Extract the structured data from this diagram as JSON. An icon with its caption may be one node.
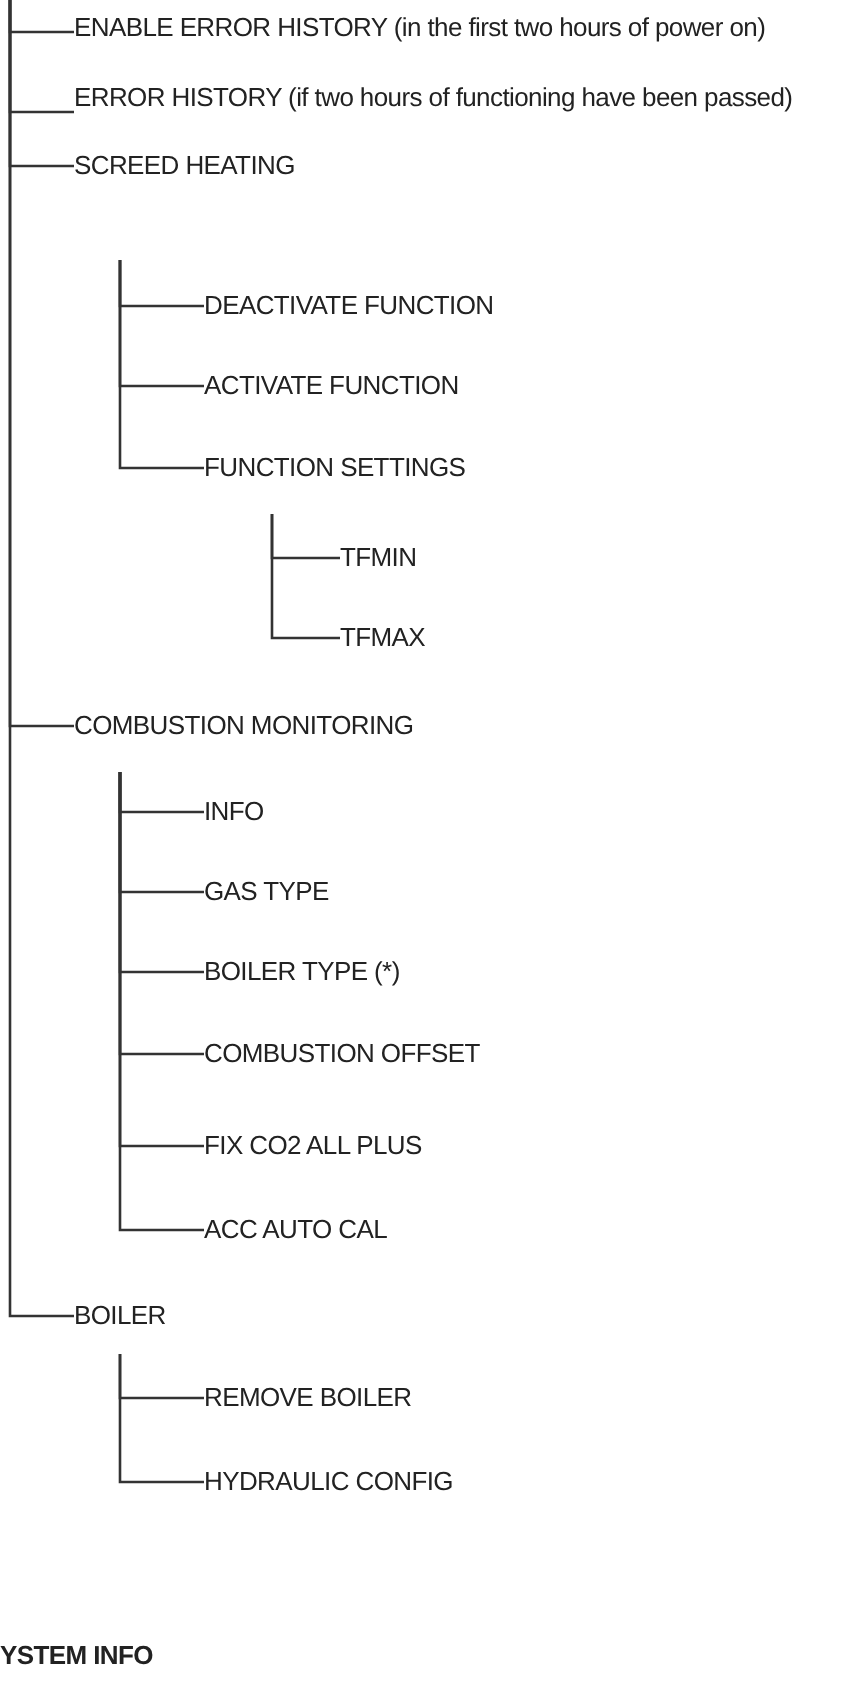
{
  "diagram": {
    "nodes": [
      {
        "text": [
          "ENABLE ERROR HISTORY (in the first two hours of power on)"
        ]
      },
      {
        "text": [
          "ERROR HISTORY (if two hours of functioning have been passed)"
        ]
      },
      {
        "text": [
          "SCREED HEATING"
        ]
      },
      {
        "text": [
          "DEACTIVATE FUNCTION"
        ]
      },
      {
        "text": [
          "ACTIVATE FUNCTION"
        ]
      },
      {
        "text": [
          "FUNCTION SETTINGS"
        ]
      },
      {
        "text": [
          "TFMIN"
        ]
      },
      {
        "text": [
          "TFMAX"
        ]
      },
      {
        "text": [
          "COMBUSTION MONITORING"
        ]
      },
      {
        "text": [
          "INFO"
        ]
      },
      {
        "text": [
          "GAS TYPE"
        ]
      },
      {
        "text": [
          "BOILER TYPE (*)"
        ]
      },
      {
        "text": [
          "COMBUSTION OFFSET"
        ]
      },
      {
        "text": [
          "FIX CO2 ALL PLUS"
        ]
      },
      {
        "text": [
          "ACC AUTO CAL"
        ]
      },
      {
        "text": [
          "BOILER"
        ]
      },
      {
        "text": [
          "REMOVE BOILER"
        ]
      },
      {
        "text": [
          "HYDRAULIC CONFIG"
        ]
      }
    ],
    "edges": [
      {
        "from": null,
        "to": 0,
        "arrow": "none"
      },
      {
        "from": null,
        "to": 1,
        "arrow": "none"
      },
      {
        "from": null,
        "to": 2,
        "arrow": "none"
      },
      {
        "from": 2,
        "to": 3,
        "arrow": "none"
      },
      {
        "from": 2,
        "to": 4,
        "arrow": "none"
      },
      {
        "from": 2,
        "to": 5,
        "arrow": "none"
      },
      {
        "from": 5,
        "to": 6,
        "arrow": "none"
      },
      {
        "from": 5,
        "to": 7,
        "arrow": "none"
      },
      {
        "from": null,
        "to": 8,
        "arrow": "none"
      },
      {
        "from": 8,
        "to": 9,
        "arrow": "none"
      },
      {
        "from": 8,
        "to": 10,
        "arrow": "none"
      },
      {
        "from": 8,
        "to": 11,
        "arrow": "none"
      },
      {
        "from": 8,
        "to": 12,
        "arrow": "none"
      },
      {
        "from": 8,
        "to": 13,
        "arrow": "none"
      },
      {
        "from": 8,
        "to": 14,
        "arrow": "none"
      },
      {
        "from": null,
        "to": 15,
        "arrow": "none"
      },
      {
        "from": 15,
        "to": 16,
        "arrow": "none"
      },
      {
        "from": 15,
        "to": 17,
        "arrow": "none"
      }
    ],
    "labels": [
      "YSTEM INFO"
    ]
  }
}
